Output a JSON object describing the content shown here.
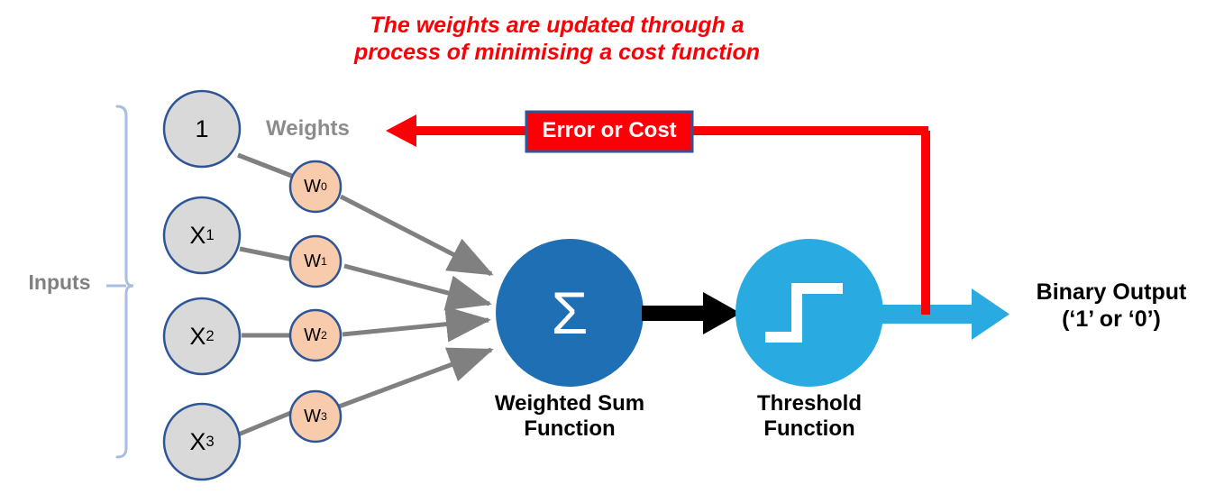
{
  "headline": "The weights are updated through a\nprocess of minimising a cost function",
  "labels": {
    "inputs": "Inputs",
    "weights": "Weights",
    "error_cost": "Error or Cost",
    "weighted_sum": "Weighted Sum\nFunction",
    "threshold": "Threshold\nFunction",
    "binary_output": "Binary Output\n(‘1’ or ‘0’)"
  },
  "inputs": [
    {
      "label": "1",
      "sub": ""
    },
    {
      "label": "X",
      "sub": "1"
    },
    {
      "label": "X",
      "sub": "2"
    },
    {
      "label": "X",
      "sub": "3"
    }
  ],
  "weights": [
    {
      "label": "W",
      "sub": "0"
    },
    {
      "label": "W",
      "sub": "1"
    },
    {
      "label": "W",
      "sub": "2"
    },
    {
      "label": "W",
      "sub": "3"
    }
  ],
  "nodes": {
    "sum_symbol": "Σ",
    "threshold_symbol": "step-function"
  },
  "colors": {
    "input_fill": "#D9D9D9",
    "input_stroke": "#2E5596",
    "weight_fill": "#F8CBAD",
    "weight_stroke": "#2E5596",
    "sum_fill": "#1F6FB4",
    "threshold_fill": "#29ABE2",
    "error_fill": "#FB0007",
    "error_stroke": "#2E5596",
    "connector_gray": "#808080",
    "brace_blue": "#A7BEDE",
    "black": "#000000",
    "headline_red": "#FB0007",
    "label_gray": "#808080"
  }
}
